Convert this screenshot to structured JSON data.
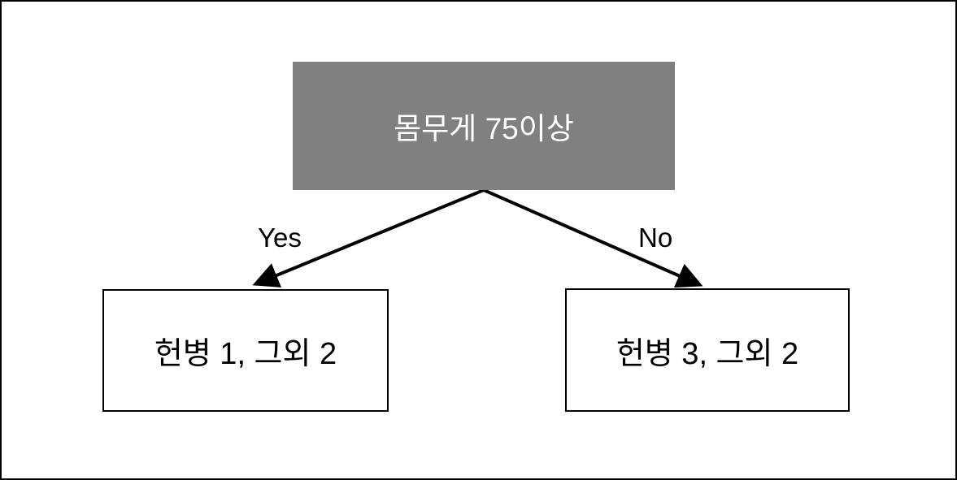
{
  "diagram": {
    "type": "decision-tree",
    "root_node": {
      "label": "몸무게 75이상"
    },
    "edges": [
      {
        "label": "Yes",
        "target": "left"
      },
      {
        "label": "No",
        "target": "right"
      }
    ],
    "left_node": {
      "label": "헌병 1, 그외 2"
    },
    "right_node": {
      "label": "헌병 3, 그외 2"
    },
    "colors": {
      "root_fill": "#808080",
      "root_text": "#ffffff",
      "leaf_fill": "#ffffff",
      "leaf_border": "#000000",
      "arrow": "#000000",
      "outer_border": "#000000"
    }
  }
}
